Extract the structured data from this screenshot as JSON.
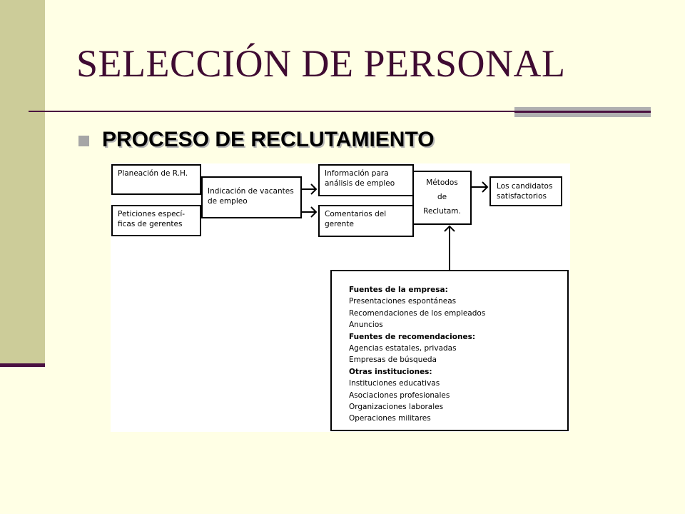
{
  "slide": {
    "title": "SELECCIÓN DE PERSONAL",
    "bullet": "PROCESO DE RECLUTAMIENTO"
  },
  "colors": {
    "background": "#FFFFE5",
    "sidebar": "#CCCC99",
    "title": "#3F0B32",
    "rule": "#4A1040",
    "bullet": "#A6A6A6"
  },
  "diagram": {
    "planeacion": [
      "Planeación de R.H."
    ],
    "peticiones": [
      "Peticiones especí-",
      "ficas de gerentes"
    ],
    "indicacion": [
      "Indicación de vacantes",
      "de empleo"
    ],
    "informacion": [
      "Información para",
      "análisis de empleo"
    ],
    "comentarios": [
      "Comentarios del",
      "gerente"
    ],
    "metodos": [
      "Métodos",
      "de",
      "Reclutam."
    ],
    "candidatos": [
      "Los candidatos",
      "satisfactorios"
    ],
    "fuentes": [
      {
        "text": "Fuentes de la empresa:",
        "header": true
      },
      {
        "text": "Presentaciones espontáneas",
        "header": false
      },
      {
        "text": "Recomendaciones de los empleados",
        "header": false
      },
      {
        "text": "Anuncios",
        "header": false
      },
      {
        "text": "Fuentes de recomendaciones:",
        "header": true
      },
      {
        "text": "Agencias estatales, privadas",
        "header": false
      },
      {
        "text": "Empresas de búsqueda",
        "header": false
      },
      {
        "text": "Otras instituciones:",
        "header": true
      },
      {
        "text": "Instituciones educativas",
        "header": false
      },
      {
        "text": "Asociaciones profesionales",
        "header": false
      },
      {
        "text": "Organizaciones laborales",
        "header": false
      },
      {
        "text": "Operaciones militares",
        "header": false
      }
    ]
  }
}
